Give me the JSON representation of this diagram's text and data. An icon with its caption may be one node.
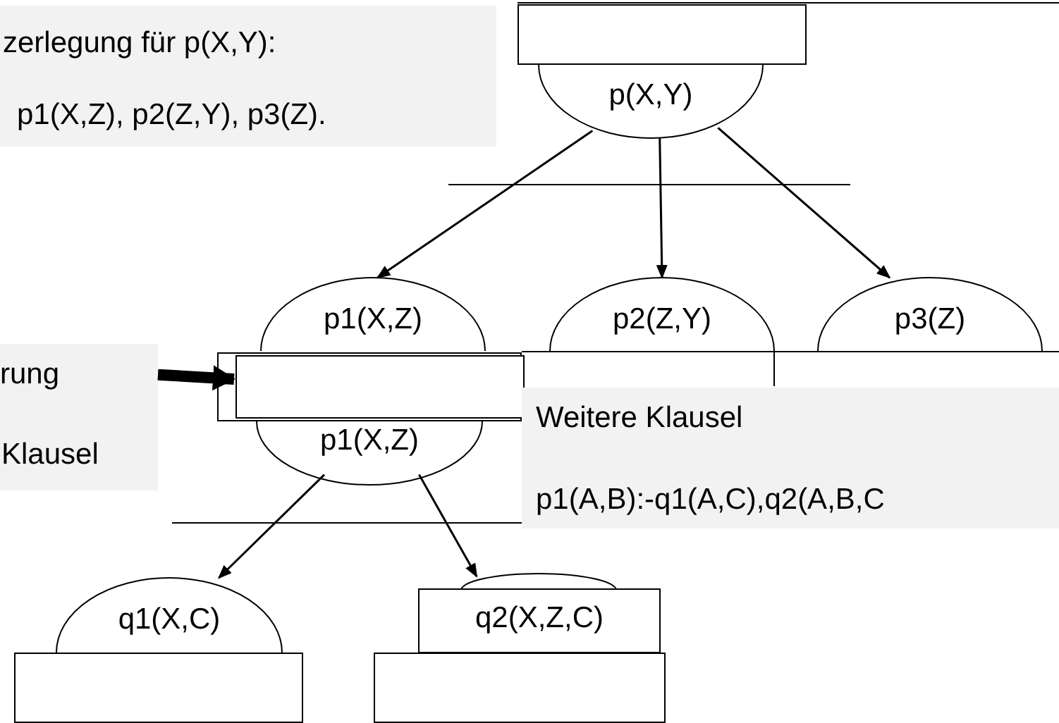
{
  "diagram": {
    "nodes": [
      {
        "text": [
          "zerlegung für p(X,Y):",
          "p1(X,Z), p2(Z,Y), p3(Z)."
        ]
      },
      {
        "text": [],
        "shape": "box"
      },
      {
        "text": [
          "p(X,Y)"
        ]
      },
      {
        "text": [
          "p1(X,Z)"
        ]
      },
      {
        "text": [
          "p2(Z,Y)"
        ]
      },
      {
        "text": [
          "p3(Z)"
        ]
      },
      {
        "text": [
          "rung",
          "Klausel"
        ]
      },
      {
        "text": [],
        "shape": "box"
      },
      {
        "text": [],
        "shape": "box",
        "in": 7
      },
      {
        "text": [
          "p1(X,Z)"
        ]
      },
      {
        "text": [
          "Weitere Klausel",
          "p1(A,B):-q1(A,C),q2(A,B,C"
        ]
      },
      {
        "text": [
          "q1(X,C)"
        ]
      },
      {
        "text": [
          "q2(X,Z,C)"
        ]
      },
      {
        "text": [],
        "shape": "box"
      },
      {
        "text": [],
        "shape": "box"
      }
    ],
    "edges": [
      {
        "from": 2,
        "to": 3,
        "arrow": "to"
      },
      {
        "from": 2,
        "to": 4,
        "arrow": "to"
      },
      {
        "from": 2,
        "to": 5,
        "arrow": "to"
      },
      {
        "from": 6,
        "to": 8,
        "arrow": "to",
        "style": "thick"
      },
      {
        "from": 9,
        "to": 11,
        "arrow": "to"
      },
      {
        "from": 9,
        "to": 12,
        "arrow": "to"
      }
    ]
  }
}
